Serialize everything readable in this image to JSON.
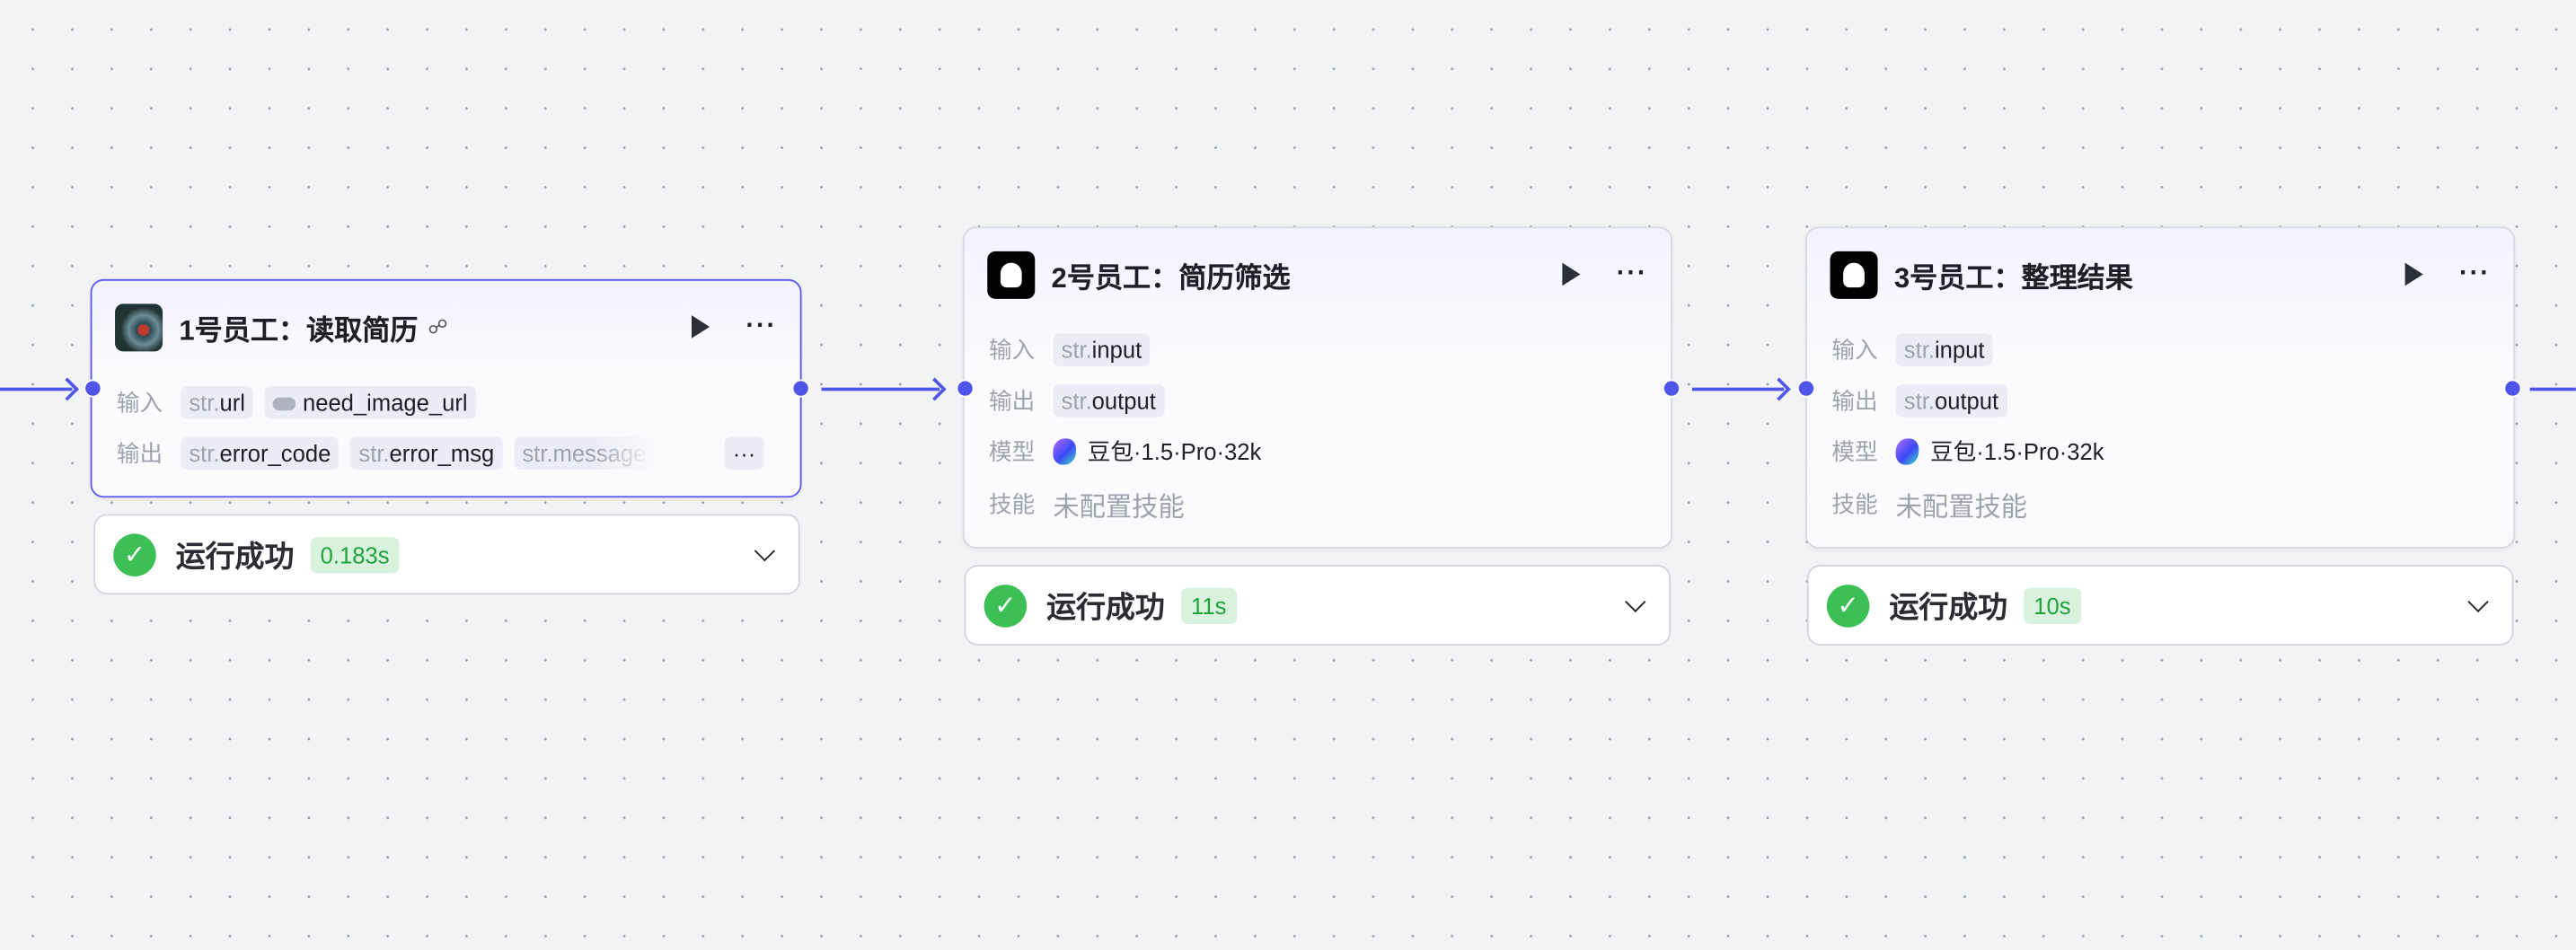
{
  "accent": "#4f55e8",
  "nodes": [
    {
      "title": "1号员工：读取简历",
      "avatar": "robot-image-avatar",
      "badge_icon": "plugin-icon",
      "input_label": "输入",
      "inputs": [
        {
          "type": "str.",
          "name": "url"
        },
        {
          "type": "toggle",
          "name": "need_image_url"
        }
      ],
      "output_label": "输出",
      "outputs": [
        {
          "type": "str.",
          "name": "error_code"
        },
        {
          "type": "str.",
          "name": "error_msg"
        },
        {
          "type": "str.",
          "name": "message"
        }
      ],
      "more_outputs": "···",
      "status": "运行成功",
      "time": "0.183s",
      "selected": true
    },
    {
      "title": "2号员工：简历筛选",
      "avatar": "ghost-agent-icon",
      "input_label": "输入",
      "inputs": [
        {
          "type": "str.",
          "name": "input"
        }
      ],
      "output_label": "输出",
      "outputs": [
        {
          "type": "str.",
          "name": "output"
        }
      ],
      "model_label": "模型",
      "model": "豆包·1.5·Pro·32k",
      "skill_label": "技能",
      "skill": "未配置技能",
      "status": "运行成功",
      "time": "11s"
    },
    {
      "title": "3号员工：整理结果",
      "avatar": "ghost-agent-icon",
      "input_label": "输入",
      "inputs": [
        {
          "type": "str.",
          "name": "input"
        }
      ],
      "output_label": "输出",
      "outputs": [
        {
          "type": "str.",
          "name": "output"
        }
      ],
      "model_label": "模型",
      "model": "豆包·1.5·Pro·32k",
      "skill_label": "技能",
      "skill": "未配置技能",
      "status": "运行成功",
      "time": "10s"
    }
  ],
  "glyphs": {
    "more": "···",
    "check": "✓",
    "plugin": "☍"
  }
}
